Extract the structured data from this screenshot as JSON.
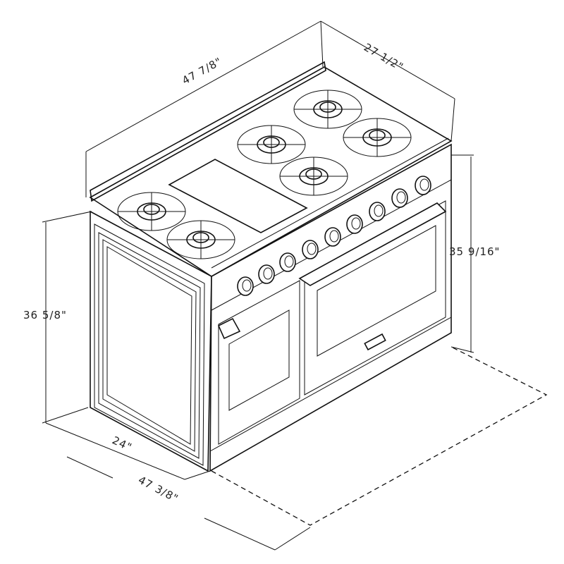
{
  "dimensions": {
    "total_width_top": "47 7/8\"",
    "depth_top": "27 1/2\"",
    "height_right": "35 9/16\"",
    "height_left": "36 5/8\"",
    "side_depth": "24\"",
    "footprint_width": "47 3/8\""
  },
  "logo_text": "",
  "colors": {
    "line": "#111111",
    "background": "#ffffff"
  }
}
